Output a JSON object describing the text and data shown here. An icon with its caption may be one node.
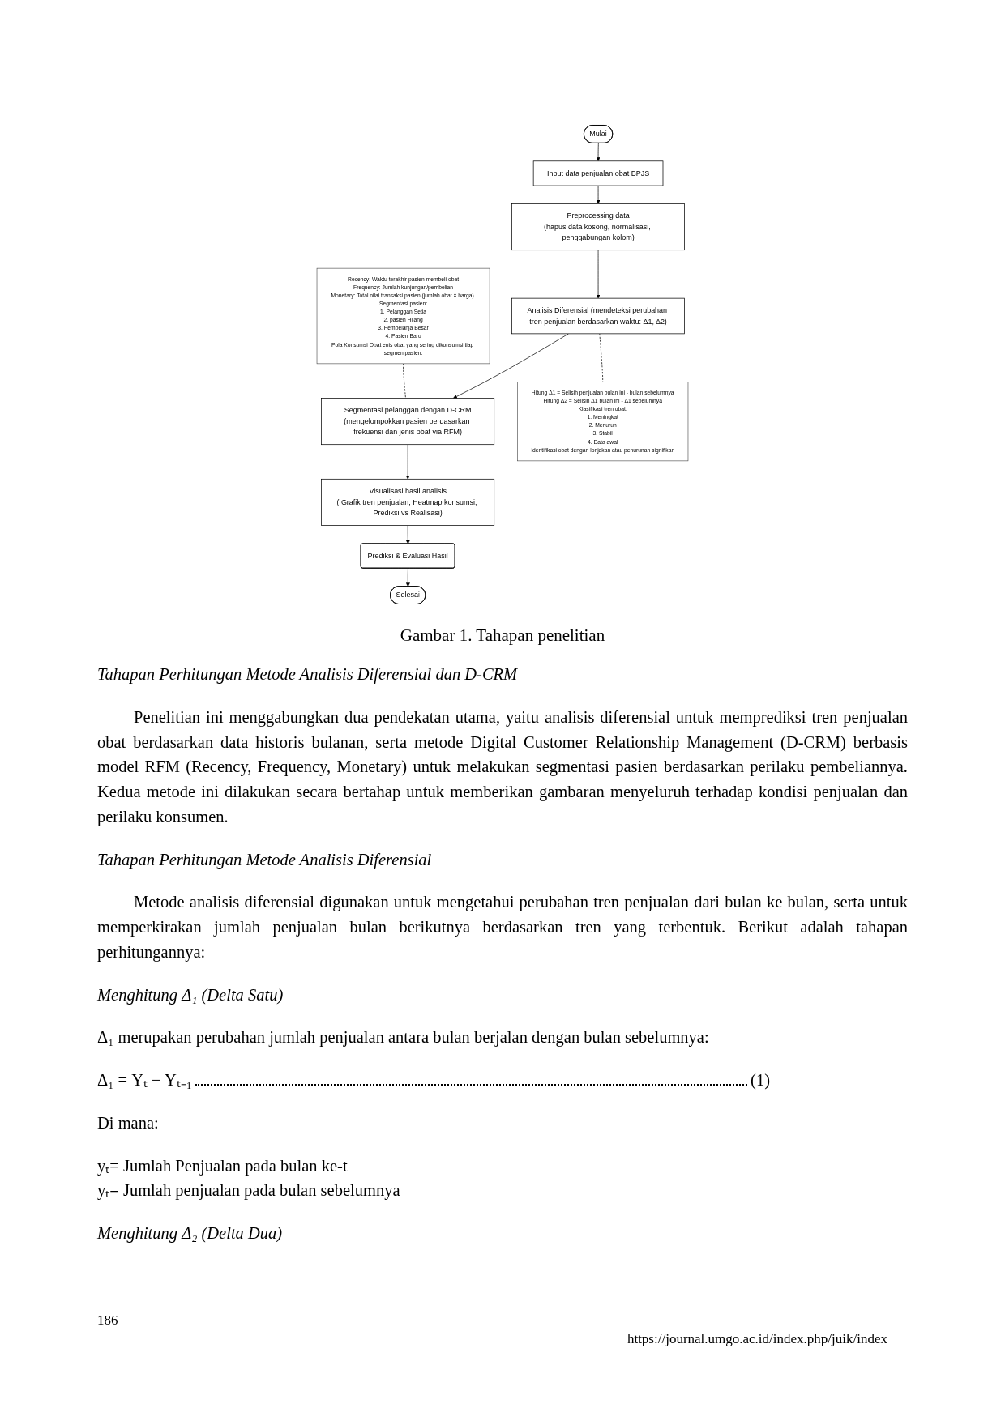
{
  "diagram": {
    "caption": "Gambar 1. Tahapan penelitian",
    "nodes": [
      {
        "text": [
          "Mulai"
        ]
      },
      {
        "text": [
          "Input data penjualan obat BPJS"
        ]
      },
      {
        "text": [
          "Preprocessing data",
          "(hapus data kosong, normalisasi, penggabungan kolom)"
        ]
      },
      {
        "text": [
          "Analisis Diferensial (mendeteksi perubahan tren penjualan berdasarkan waktu: Δ1, Δ2)"
        ]
      },
      {
        "text": [
          "Segmentasi pelanggan dengan D-CRM",
          "(mengelompokkan pasien berdasarkan frekuensi dan jenis obat via RFM)"
        ]
      },
      {
        "text": [
          "Visualisasi hasil analisis",
          "( Grafik tren penjualan, Heatmap konsumsi, Prediksi vs Realisasi)"
        ]
      },
      {
        "text": [
          "Prediksi & Evaluasi Hasil"
        ]
      },
      {
        "text": [
          "Selesai"
        ]
      },
      {
        "text": [
          "Hitung Δ1 = Selisih penjualan bulan ini - bulan sebelumnya",
          "Hitung Δ2 = Selisih Δ1 bulan ini - Δ1 sebelumnya",
          "Klasifikasi tren obat:",
          "1. Meningkat",
          "2. Menurun",
          "3. Stabil",
          "4. Data awal",
          "Identifikasi obat dengan lonjakan atau penurunan signifikan"
        ]
      },
      {
        "text": [
          "Recency: Waktu terakhir pasien membeli obat",
          "Frequency: Jumlah kunjungan/pembelian",
          "Monetary: Total nilai transaksi pasien (jumlah obat × harga).",
          "Segmentasi pasien:",
          "1. Pelanggan Setia",
          "2. pasien Hilang",
          "3. Pembelanja Besar",
          "4. Pasien Baru",
          "Pola Konsumsi Obat enis obat yang sering dikonsumsi tiap segmen pasien."
        ]
      }
    ],
    "edges": [
      {
        "from": 0,
        "to": 1,
        "arrow": "to"
      },
      {
        "from": 1,
        "to": 2,
        "arrow": "to"
      },
      {
        "from": 2,
        "to": 3,
        "arrow": "to"
      },
      {
        "from": 3,
        "to": 4,
        "arrow": "to"
      },
      {
        "from": 4,
        "to": 5,
        "arrow": "to"
      },
      {
        "from": 5,
        "to": 6,
        "arrow": "to"
      },
      {
        "from": 6,
        "to": 7,
        "arrow": "to"
      },
      {
        "from": 3,
        "to": 8,
        "arrow": "none",
        "style": "dashed"
      },
      {
        "from": 9,
        "to": 4,
        "arrow": "none",
        "style": "dashed"
      }
    ],
    "labels": [
      "Tahapan Perhitungan Metode Analisis Diferensial dan D-CRM",
      "Penelitian ini menggabungkan dua pendekatan utama, yaitu analisis diferensial untuk memprediksi tren penjualan obat berdasarkan data historis bulanan, serta metode Digital Customer Relationship Management (D-CRM) berbasis model RFM (Recency, Frequency, Monetary) untuk melakukan segmentasi pasien berdasarkan perilaku pembeliannya. Kedua metode ini dilakukan secara bertahap untuk memberikan gambaran menyeluruh terhadap kondisi penjualan dan perilaku konsumen.",
      "Tahapan Perhitungan Metode Analisis Diferensial",
      "Metode analisis diferensial digunakan untuk mengetahui perubahan tren penjualan dari bulan ke bulan, serta untuk memperkirakan jumlah penjualan bulan berikutnya berdasarkan tren yang terbentuk. Berikut adalah tahapan perhitungannya:",
      "Menghitung Δ₁ (Delta Satu)",
      "Δ₁ merupakan perubahan jumlah penjualan antara bulan berjalan dengan bulan sebelumnya:",
      "Δ₁ = Yₜ − Yₜ₋₁",
      "(1)",
      "Di mana:",
      "yₜ= Jumlah Penjualan pada bulan ke-t",
      "yₜ= Jumlah penjualan pada bulan sebelumnya",
      "Menghitung Δ₂ (Delta Dua)",
      "186",
      "https://journal.umgo.ac.id/index.php/juik/index"
    ]
  }
}
